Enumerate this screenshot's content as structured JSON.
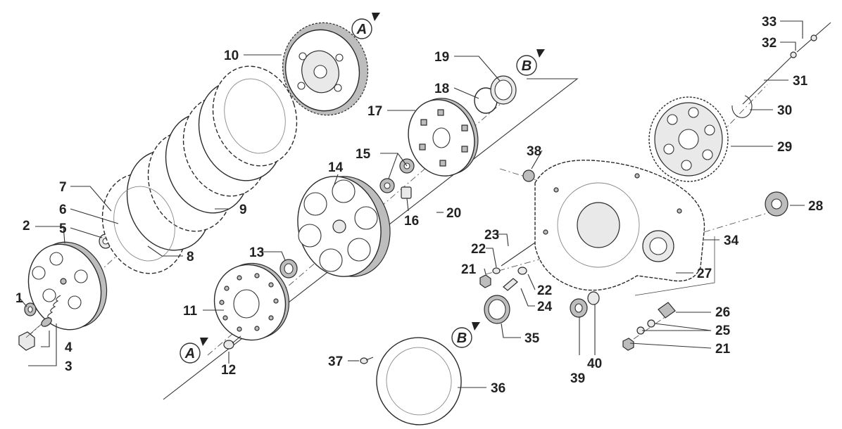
{
  "figure": {
    "callouts": [
      {
        "key": "A-top",
        "label": "A"
      },
      {
        "key": "B-top",
        "label": "B"
      },
      {
        "key": "A-bottom",
        "label": "A"
      },
      {
        "key": "B-bottom",
        "label": "B"
      }
    ],
    "part_numbers": [
      {
        "key": "1",
        "label": "1"
      },
      {
        "key": "2",
        "label": "2"
      },
      {
        "key": "3",
        "label": "3"
      },
      {
        "key": "4",
        "label": "4"
      },
      {
        "key": "5",
        "label": "5"
      },
      {
        "key": "6",
        "label": "6"
      },
      {
        "key": "7",
        "label": "7"
      },
      {
        "key": "8",
        "label": "8"
      },
      {
        "key": "9",
        "label": "9"
      },
      {
        "key": "10",
        "label": "10"
      },
      {
        "key": "11",
        "label": "11"
      },
      {
        "key": "12",
        "label": "12"
      },
      {
        "key": "13",
        "label": "13"
      },
      {
        "key": "14",
        "label": "14"
      },
      {
        "key": "15",
        "label": "15"
      },
      {
        "key": "16",
        "label": "16"
      },
      {
        "key": "17",
        "label": "17"
      },
      {
        "key": "18",
        "label": "18"
      },
      {
        "key": "19",
        "label": "19"
      },
      {
        "key": "20",
        "label": "20"
      },
      {
        "key": "21a",
        "label": "21"
      },
      {
        "key": "21b",
        "label": "21"
      },
      {
        "key": "22a",
        "label": "22"
      },
      {
        "key": "22b",
        "label": "22"
      },
      {
        "key": "23",
        "label": "23"
      },
      {
        "key": "24",
        "label": "24"
      },
      {
        "key": "25",
        "label": "25"
      },
      {
        "key": "26",
        "label": "26"
      },
      {
        "key": "27",
        "label": "27"
      },
      {
        "key": "28",
        "label": "28"
      },
      {
        "key": "29",
        "label": "29"
      },
      {
        "key": "30",
        "label": "30"
      },
      {
        "key": "31",
        "label": "31"
      },
      {
        "key": "32",
        "label": "32"
      },
      {
        "key": "33",
        "label": "33"
      },
      {
        "key": "34",
        "label": "34"
      },
      {
        "key": "35",
        "label": "35"
      },
      {
        "key": "36",
        "label": "36"
      },
      {
        "key": "37",
        "label": "37"
      },
      {
        "key": "38",
        "label": "38"
      },
      {
        "key": "39",
        "label": "39"
      },
      {
        "key": "40",
        "label": "40"
      }
    ]
  }
}
